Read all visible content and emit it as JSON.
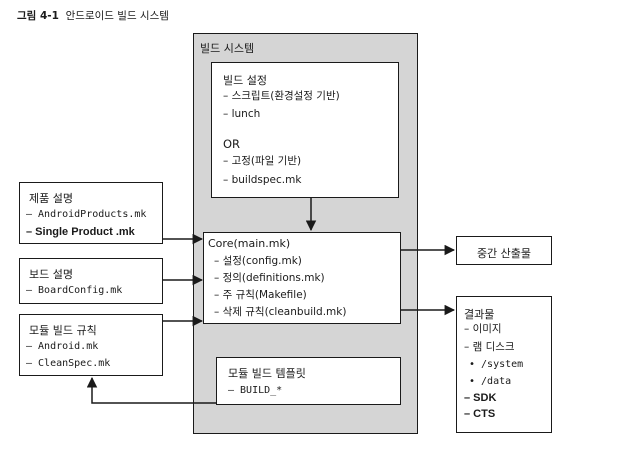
{
  "caption": {
    "label": "그림 4-1",
    "text": "안드로이드 빌드 시스템"
  },
  "build_system": {
    "title": "빌드 시스템",
    "config_box": {
      "title": "빌드 설정",
      "items": [
        "– 스크립트(환경설정 기반)",
        "– lunch"
      ],
      "or_label": "OR",
      "items2": [
        "– 고정(파일 기반)",
        "– buildspec.mk"
      ]
    },
    "core_box": {
      "title": "Core(main.mk)",
      "items": [
        "– 설정(config.mk)",
        "– 정의(definitions.mk)",
        "– 주 규칙(Makefile)",
        "– 삭제 규칙(cleanbuild.mk)"
      ]
    },
    "template_box": {
      "title": "모듈 빌드 템플릿",
      "item": "– BUILD_*"
    }
  },
  "product_box": {
    "title": "제품 설명",
    "item1": "– AndroidProducts.mk",
    "item2": "– Single Product .mk"
  },
  "board_box": {
    "title": "보드 설명",
    "item": "– BoardConfig.mk"
  },
  "module_box": {
    "title": "모듈 빌드 규칙",
    "item1": "– Android.mk",
    "item2": "– CleanSpec.mk"
  },
  "intermediate_box": {
    "title": "중간 산출물"
  },
  "results_box": {
    "title": "결과물",
    "items": [
      "– 이미지",
      "– 램 디스크"
    ],
    "sub_items": [
      "• /system",
      "• /data"
    ],
    "items2": [
      "– SDK",
      "– CTS"
    ]
  },
  "colors": {
    "outer_fill": "#d5d5d5",
    "box_fill": "#ffffff",
    "stroke": "#1a1a1a"
  }
}
